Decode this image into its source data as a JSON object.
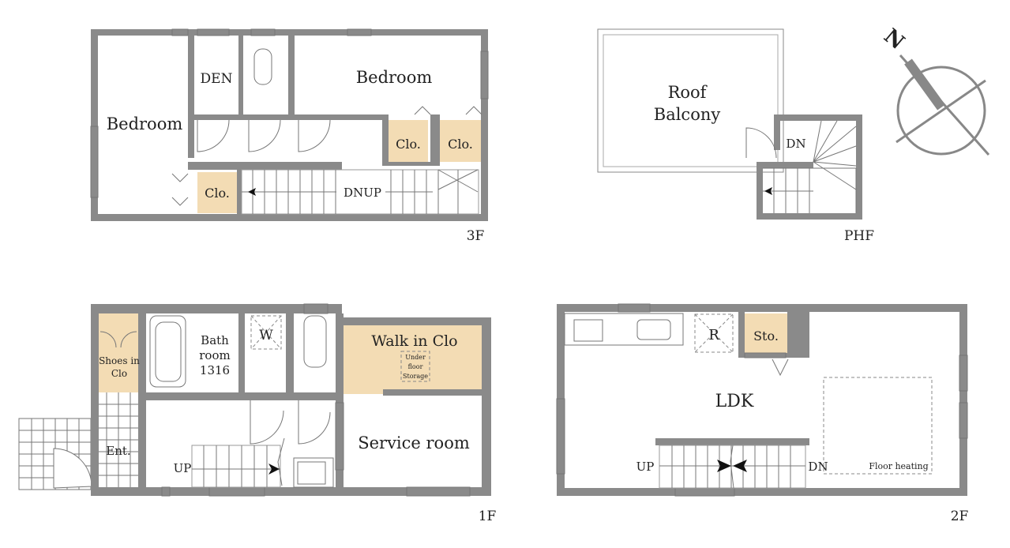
{
  "floors": {
    "f3": {
      "label": "3F",
      "rooms": {
        "bedroom_left": "Bedroom",
        "den": "DEN",
        "bedroom_right": "Bedroom",
        "clo1": "Clo.",
        "clo2": "Clo.",
        "clo3": "Clo.",
        "stairs": "DNUP"
      }
    },
    "phf": {
      "label": "PHF",
      "rooms": {
        "roof_balcony_1": "Roof",
        "roof_balcony_2": "Balcony",
        "stairs": "DN"
      }
    },
    "f1": {
      "label": "1F",
      "rooms": {
        "shoes_1": "Shoes in",
        "shoes_2": "Clo",
        "bath_1": "Bath",
        "bath_2": "room",
        "bath_3": "1316",
        "washer": "W",
        "walkin": "Walk in Clo",
        "under_1": "Under",
        "under_2": "floor",
        "under_3": "Storage",
        "entrance": "Ent.",
        "stairs": "UP",
        "service": "Service room"
      }
    },
    "f2": {
      "label": "2F",
      "rooms": {
        "fridge": "R",
        "storage": "Sto.",
        "ldk": "LDK",
        "up": "UP",
        "dn": "DN",
        "floor_heating": "Floor heating"
      }
    }
  },
  "compass": {
    "north": "N"
  },
  "colors": {
    "wall": "#8a8a8a",
    "closet": "#f3dcb4"
  }
}
